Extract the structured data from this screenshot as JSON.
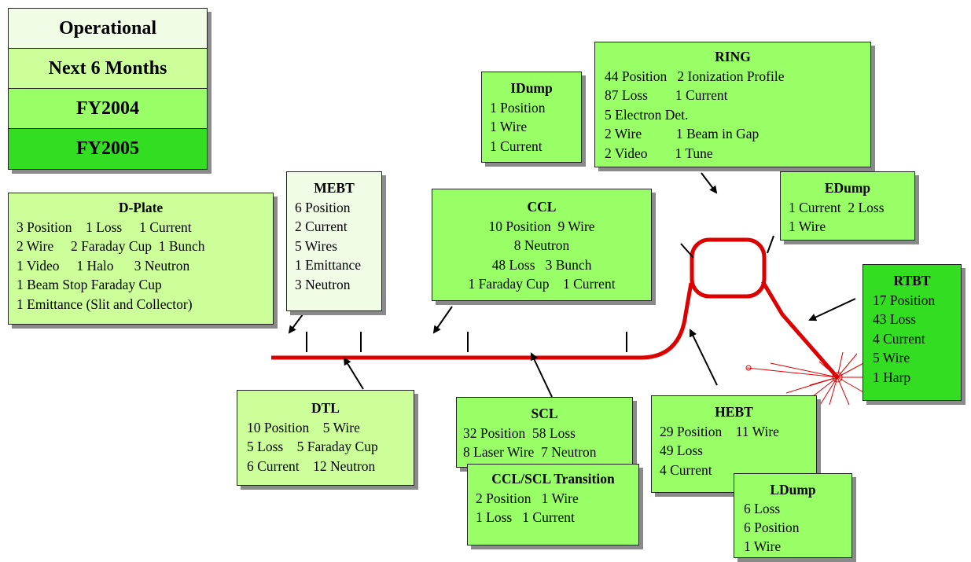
{
  "legend": [
    {
      "label": "Operational",
      "color": "#f0fce6"
    },
    {
      "label": "Next 6 Months",
      "color": "#ccff99"
    },
    {
      "label": "FY2004",
      "color": "#99ff66"
    },
    {
      "label": "FY2005",
      "color": "#33dd22"
    }
  ],
  "colors": {
    "beamline": "#dd0000",
    "arrow": "#000000"
  },
  "boxes": {
    "dplate": {
      "title": "D-Plate",
      "lines": [
        "3 Position    1 Loss     1 Current",
        "2 Wire     2 Faraday Cup  1 Bunch",
        "1 Video     1 Halo      3 Neutron",
        "1 Beam Stop Faraday Cup",
        "1 Emittance (Slit and Collector)"
      ]
    },
    "mebt": {
      "title": "MEBT",
      "lines": [
        "6 Position",
        "2 Current",
        "5 Wires",
        "1 Emittance",
        "3 Neutron"
      ]
    },
    "ccl": {
      "title": "CCL",
      "lines": [
        "10 Position  9 Wire",
        "8 Neutron",
        "48 Loss   3 Bunch",
        "1 Faraday Cup    1 Current"
      ]
    },
    "idump": {
      "title": "IDump",
      "lines": [
        "1 Position",
        "1 Wire",
        "1 Current"
      ]
    },
    "ring": {
      "title": "RING",
      "lines": [
        "44 Position   2 Ionization Profile",
        "87 Loss        1 Current",
        "5 Electron Det.",
        "2 Wire          1 Beam in Gap",
        "2 Video        1 Tune"
      ]
    },
    "edump": {
      "title": "EDump",
      "lines": [
        "1 Current  2 Loss",
        "1 Wire"
      ]
    },
    "rtbt": {
      "title": "RTBT",
      "lines": [
        "17 Position",
        "43 Loss",
        "4 Current",
        "5 Wire",
        "1 Harp"
      ]
    },
    "dtl": {
      "title": "DTL",
      "lines": [
        "10 Position    5 Wire",
        "5 Loss    5 Faraday Cup",
        "6 Current    12 Neutron"
      ]
    },
    "scl": {
      "title": "SCL",
      "lines": [
        "32 Position  58 Loss",
        "8 Laser Wire  7 Neutron"
      ]
    },
    "transition": {
      "title": "CCL/SCL Transition",
      "lines": [
        "2 Position   1 Wire",
        "1 Loss   1 Current"
      ]
    },
    "hebt": {
      "title": "HEBT",
      "lines": [
        "29 Position    11 Wire",
        "49 Loss",
        "4 Current"
      ]
    },
    "ldump": {
      "title": "LDump",
      "lines": [
        "6 Loss",
        "6 Position",
        "1 Wire"
      ]
    }
  }
}
